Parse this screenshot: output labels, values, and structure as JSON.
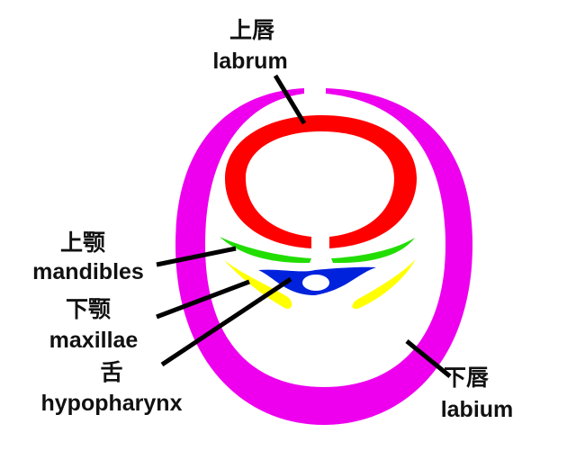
{
  "labels": {
    "labrum": {
      "zh": "上唇",
      "en": "labrum"
    },
    "mandibles": {
      "zh": "上颚",
      "en": "mandibles"
    },
    "maxillae": {
      "zh": "下颚",
      "en": "maxillae"
    },
    "hypopharynx": {
      "zh": "舌",
      "en": "hypopharynx"
    },
    "labium": {
      "zh": "下唇",
      "en": "labium"
    }
  },
  "colors": {
    "labium": "#ee00ee",
    "labrum": "#ff0000",
    "mandibles": "#22dd00",
    "maxillae": "#ffff00",
    "hypopharynx": "#0022dd",
    "leader": "#000000"
  }
}
